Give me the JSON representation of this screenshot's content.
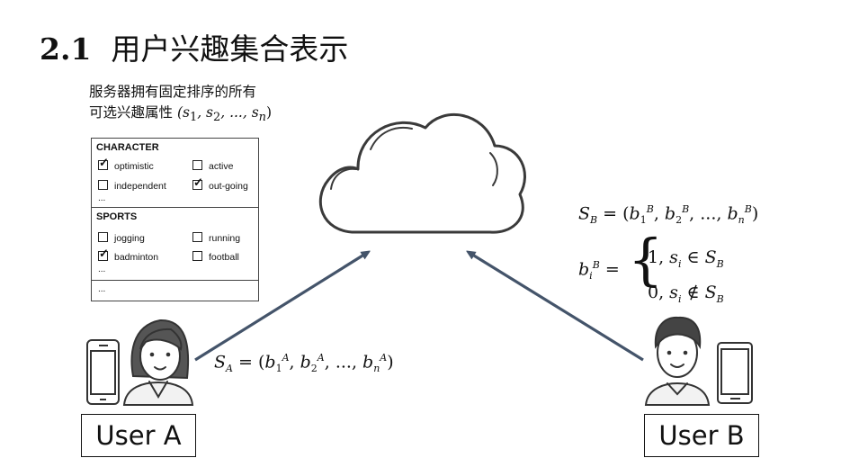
{
  "title": {
    "number": "2.1",
    "text": "用户兴趣集合表示"
  },
  "description": {
    "line1": "服务器拥有固定排序的所有",
    "line2": "可选兴趣属性"
  },
  "panel": {
    "sections": [
      {
        "name": "CHARACTER",
        "options": [
          {
            "label": "optimistic",
            "checked": true
          },
          {
            "label": "active",
            "checked": false
          },
          {
            "label": "independent",
            "checked": false
          },
          {
            "label": "out-going",
            "checked": true
          }
        ],
        "more": "..."
      },
      {
        "name": "SPORTS",
        "options": [
          {
            "label": "jogging",
            "checked": false
          },
          {
            "label": "running",
            "checked": false
          },
          {
            "label": "badminton",
            "checked": true
          },
          {
            "label": "football",
            "checked": false
          }
        ],
        "more": "..."
      }
    ],
    "footer_more": "..."
  },
  "users": {
    "a_label": "User A",
    "b_label": "User B"
  },
  "colors": {
    "arrow": "#44546a",
    "stroke": "#333333",
    "cloud": "#3a3a3a"
  }
}
